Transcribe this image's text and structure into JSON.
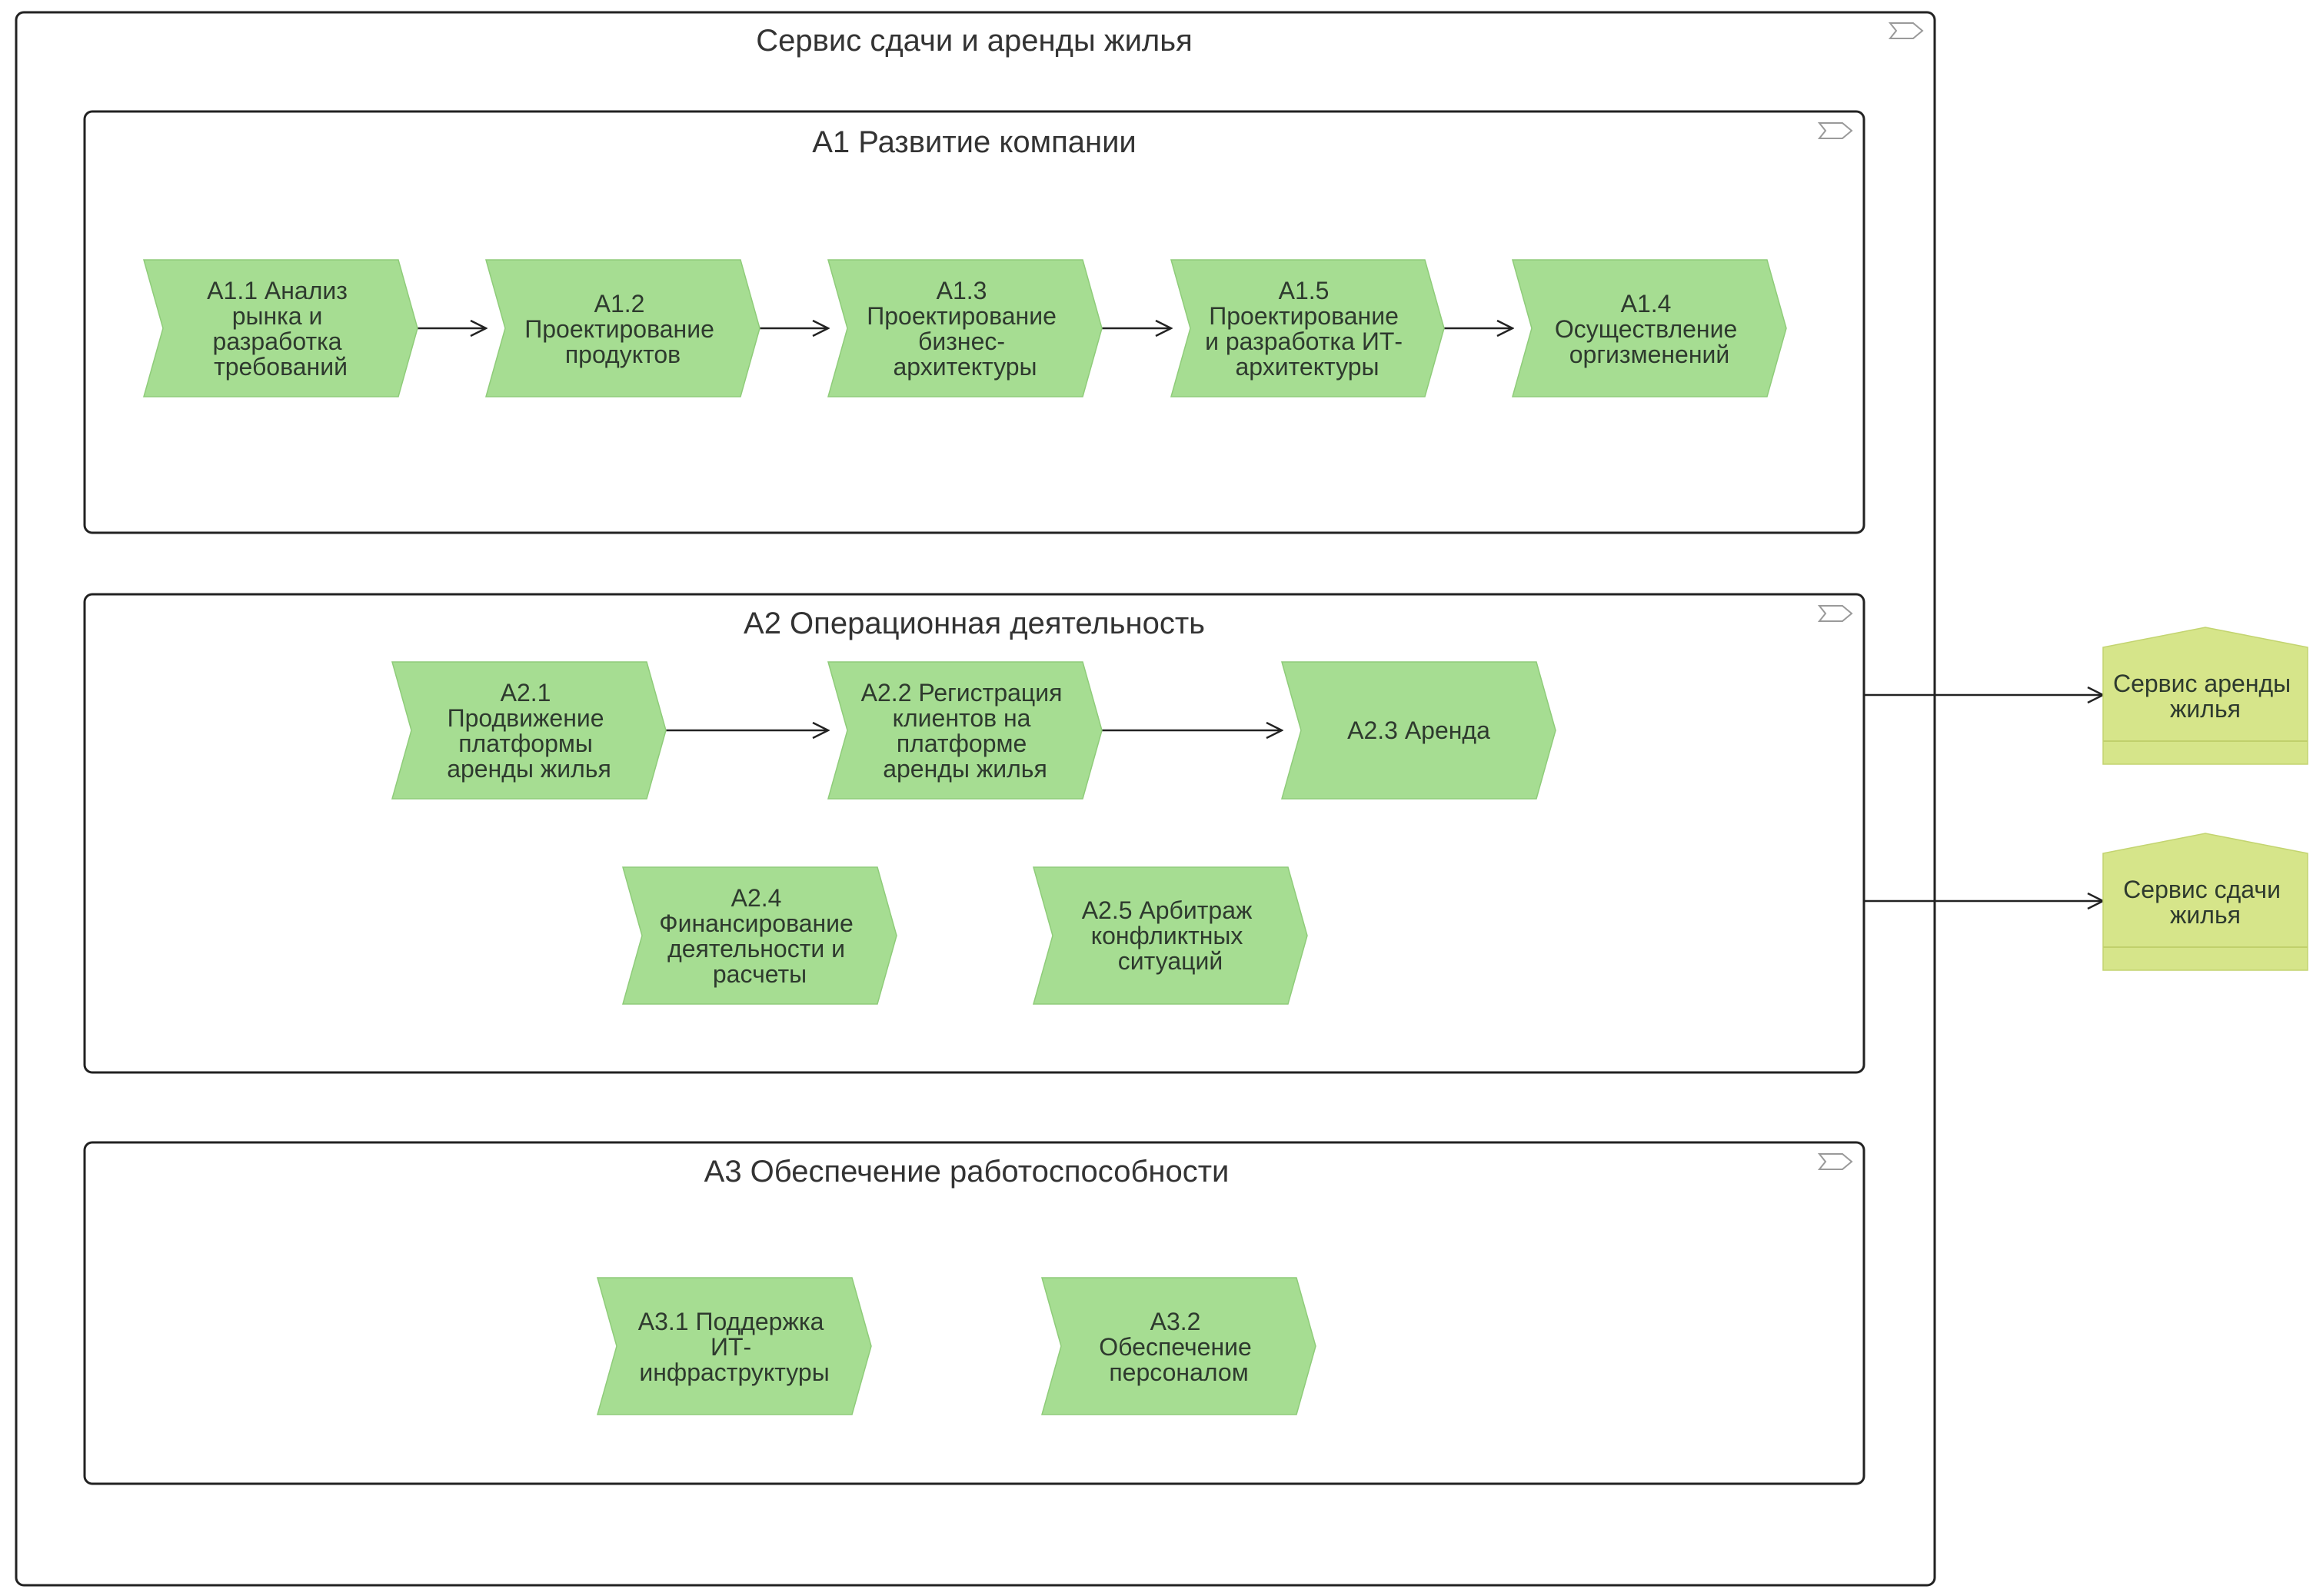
{
  "diagram": {
    "title": "Сервис сдачи и аренды жилья",
    "groups": [
      {
        "id": "a1",
        "title": "A1 Развитие компании",
        "processes": [
          {
            "id": "a1_1",
            "lines": [
              "A1.1 Анализ",
              "рынка и",
              "разработка",
              "требований"
            ]
          },
          {
            "id": "a1_2",
            "lines": [
              "A1.2",
              "Проектирование",
              "продуктов"
            ]
          },
          {
            "id": "a1_3",
            "lines": [
              "A1.3",
              "Проектирование",
              "бизнес-",
              "архитектуры"
            ]
          },
          {
            "id": "a1_5",
            "lines": [
              "A1.5",
              "Проектирование",
              "и разработка ИТ-",
              "архитектуры"
            ]
          },
          {
            "id": "a1_4",
            "lines": [
              "A1.4",
              "Осуществление",
              "оргизменений"
            ]
          }
        ]
      },
      {
        "id": "a2",
        "title": "A2 Операционная деятельность",
        "processes": [
          {
            "id": "a2_1",
            "lines": [
              "A2.1",
              "Продвижение",
              "платформы",
              "аренды жилья"
            ]
          },
          {
            "id": "a2_2",
            "lines": [
              "A2.2 Регистрация",
              "клиентов на",
              "платформе",
              "аренды жилья"
            ]
          },
          {
            "id": "a2_3",
            "lines": [
              "A2.3 Аренда"
            ]
          },
          {
            "id": "a2_4",
            "lines": [
              "A2.4",
              "Финансирование",
              "деятельности и",
              "расчеты"
            ]
          },
          {
            "id": "a2_5",
            "lines": [
              "A2.5 Арбитраж",
              "конфликтных",
              "ситуаций"
            ]
          }
        ]
      },
      {
        "id": "a3",
        "title": "A3 Обеспечение работоспособности",
        "processes": [
          {
            "id": "a3_1",
            "lines": [
              "A3.1 Поддержка",
              "ИТ-",
              "инфраструктуры"
            ]
          },
          {
            "id": "a3_2",
            "lines": [
              "A3.2",
              "Обеспечение",
              "персоналом"
            ]
          }
        ]
      }
    ],
    "products": [
      {
        "id": "p1",
        "lines": [
          "Сервис аренды",
          "жилья"
        ]
      },
      {
        "id": "p2",
        "lines": [
          "Сервис сдачи",
          "жилья"
        ]
      }
    ],
    "colors": {
      "process_fill": "#a6dd92",
      "product_fill": "#d6e58a",
      "frame_stroke": "#222222"
    }
  }
}
